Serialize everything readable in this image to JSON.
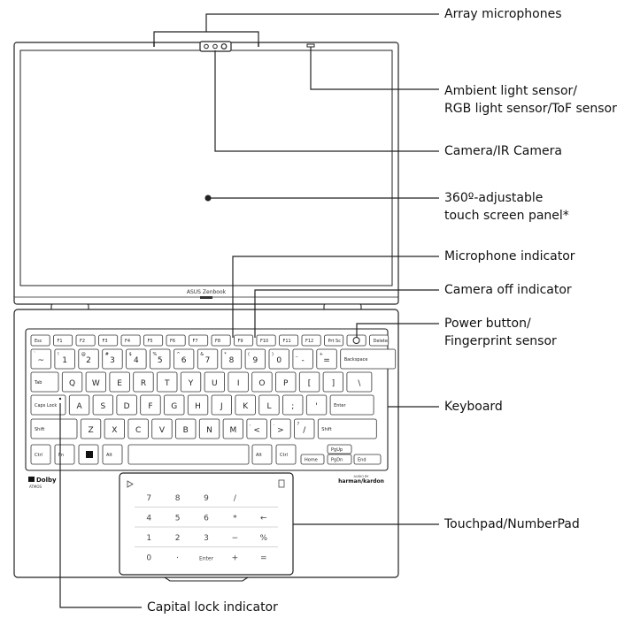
{
  "callouts": {
    "array_microphones": "Array microphones",
    "ambient_light_sensor_line1": "Ambient light sensor/",
    "ambient_light_sensor_line2": "RGB light sensor/ToF sensor",
    "camera": "Camera/IR Camera",
    "touch_panel_line1": "360º-adjustable",
    "touch_panel_line2": "touch screen panel*",
    "microphone_indicator": "Microphone indicator",
    "camera_off_indicator": "Camera off indicator",
    "power_button_line1": "Power button/",
    "power_button_line2": "Fingerprint sensor",
    "keyboard": "Keyboard",
    "touchpad": "Touchpad/NumberPad",
    "capital_lock_indicator": "Capital lock indicator"
  },
  "branding": {
    "laptop_name": "ASUS Zenbook",
    "dolby_logo": "Dolby",
    "dolby_sub": "ATMOS",
    "harman_small": "AUDIO BY",
    "harman": "harman/kardon"
  },
  "keyboard": {
    "row_fn": [
      "Esc",
      "F1",
      "F2",
      "F3",
      "F4",
      "F5",
      "F6",
      "F7",
      "F8",
      "F9",
      "F10",
      "F11",
      "F12",
      "Prt Sc",
      "",
      "Delete"
    ],
    "row_num": [
      "~",
      "1",
      "2",
      "3",
      "4",
      "5",
      "6",
      "7",
      "8",
      "9",
      "0",
      "-",
      "=",
      "Backspace"
    ],
    "row_num_upper": [
      "`",
      "!",
      "@",
      "#",
      "$",
      "%",
      "^",
      "&",
      "*",
      "(",
      ")",
      "_",
      "+"
    ],
    "row_q": [
      "Tab",
      "Q",
      "W",
      "E",
      "R",
      "T",
      "Y",
      "U",
      "I",
      "O",
      "P",
      "[",
      "]",
      "\\"
    ],
    "row_a": [
      "Caps Lock",
      "A",
      "S",
      "D",
      "F",
      "G",
      "H",
      "J",
      "K",
      "L",
      ";",
      "'",
      "Enter"
    ],
    "row_z": [
      "Shift",
      "Z",
      "X",
      "C",
      "V",
      "B",
      "N",
      "M",
      "<",
      ">",
      "/",
      "Shift"
    ],
    "row_z_lower": [
      ",",
      ".",
      "?"
    ],
    "row_bottom": [
      "Ctrl",
      "Fn",
      "",
      "Alt",
      "",
      "Alt",
      "Ctrl",
      "Home",
      "PgUp",
      "PgDn",
      "End"
    ]
  },
  "numberpad": {
    "rows": [
      [
        "7",
        "8",
        "9",
        "/",
        ""
      ],
      [
        "4",
        "5",
        "6",
        "*",
        "←"
      ],
      [
        "1",
        "2",
        "3",
        "−",
        "%"
      ],
      [
        "0",
        "·",
        "Enter",
        "+",
        "="
      ]
    ]
  }
}
